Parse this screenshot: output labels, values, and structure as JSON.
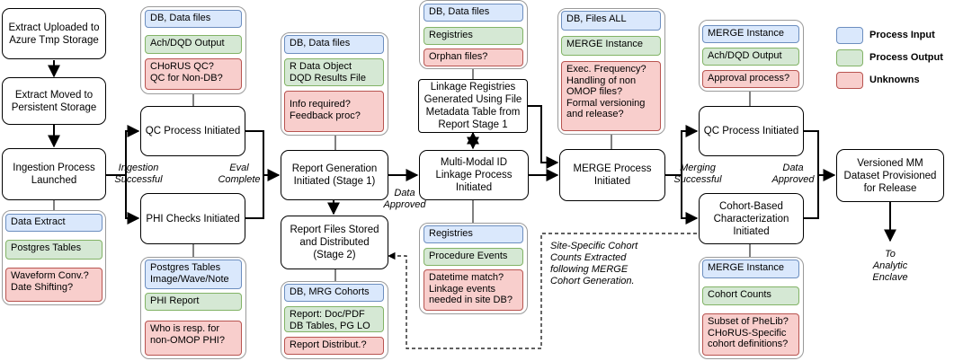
{
  "nodes": {
    "extract_uploaded": "Extract Uploaded to\nAzure Tmp Storage",
    "extract_moved": "Extract Moved to\nPersistent Storage",
    "ingestion": "Ingestion Process\nLaunched",
    "qc1": "QC Process Initiated",
    "phi": "PHI Checks Initiated",
    "report_gen": "Report Generation\nInitiated (Stage 1)",
    "report_files": "Report Files Stored\nand Distributed\n(Stage 2)",
    "linkage_reg": "Linkage Registries\nGenerated Using File\nMetadata Table from\nReport Stage 1",
    "multimodal": "Multi-Modal ID\nLinkage Process\nInitiated",
    "merge": "MERGE Process\nInitiated",
    "qc2": "QC Process Initiated",
    "cohort": "Cohort-Based\nCharacterization\nInitiated",
    "versioned": "Versioned MM\nDataset Provisioned\nfor Release"
  },
  "tags": {
    "ingest_in": "Data Extract",
    "ingest_out": "Postgres Tables",
    "ingest_unk": "Waveform Conv.?\nDate Shifting?",
    "qc1_in": "DB, Data files",
    "qc1_out": "Ach/DQD Output",
    "qc1_unk": "CHoRUS QC?\nQC for Non-DB?",
    "phi_in": "Postgres Tables\nImage/Wave/Note",
    "phi_out": "PHI Report",
    "phi_unk": "Who is resp. for\nnon-OMOP PHI?",
    "rg_in": "DB, Data files",
    "rg_out": "R Data Object\nDQD Results File",
    "rg_unk": "Info required?\nFeedback proc?",
    "rf_in": "DB, MRG Cohorts",
    "rf_out": "Report: Doc/PDF\nDB Tables, PG LO",
    "rf_unk": "Report Distribut.?",
    "lr_in": "DB, Data files",
    "lr_out": "Registries",
    "lr_unk": "Orphan files?",
    "mm_in": "Registries",
    "mm_out": "Procedure Events",
    "mm_unk": "Datetime match?\nLinkage events\nneeded in site DB?",
    "merge_in": "DB, Files ALL",
    "merge_out": "MERGE Instance",
    "merge_unk": "Exec. Frequency?\nHandling of non\nOMOP files?\nFormal versioning\nand release?",
    "qc2_in": "MERGE Instance",
    "qc2_out": "Ach/DQD Output",
    "qc2_unk": "Approval process?",
    "cohort_in": "MERGE Instance",
    "cohort_out": "Cohort Counts",
    "cohort_unk": "Subset of PheLib?\nCHoRUS-Specific\ncohort definitions?"
  },
  "labels": {
    "ingestion_successful": "Ingestion\nSuccessful",
    "eval_complete": "Eval\nComplete",
    "data_approved_1": "Data\nApproved",
    "merging_successful": "Merging\nSuccessful",
    "data_approved_2": "Data\nApproved",
    "site_specific": "Site-Specific Cohort\nCounts Extracted\nfollowing MERGE\nCohort Generation.",
    "analytic_enclave": "To\nAnalytic\nEnclave"
  },
  "legend": {
    "input": "Process Input",
    "output": "Process Output",
    "unknowns": "Unknowns"
  },
  "colors": {
    "input_fill": "#dae8fc",
    "output_fill": "#d5e8d4",
    "unknown_fill": "#f8cecc"
  }
}
